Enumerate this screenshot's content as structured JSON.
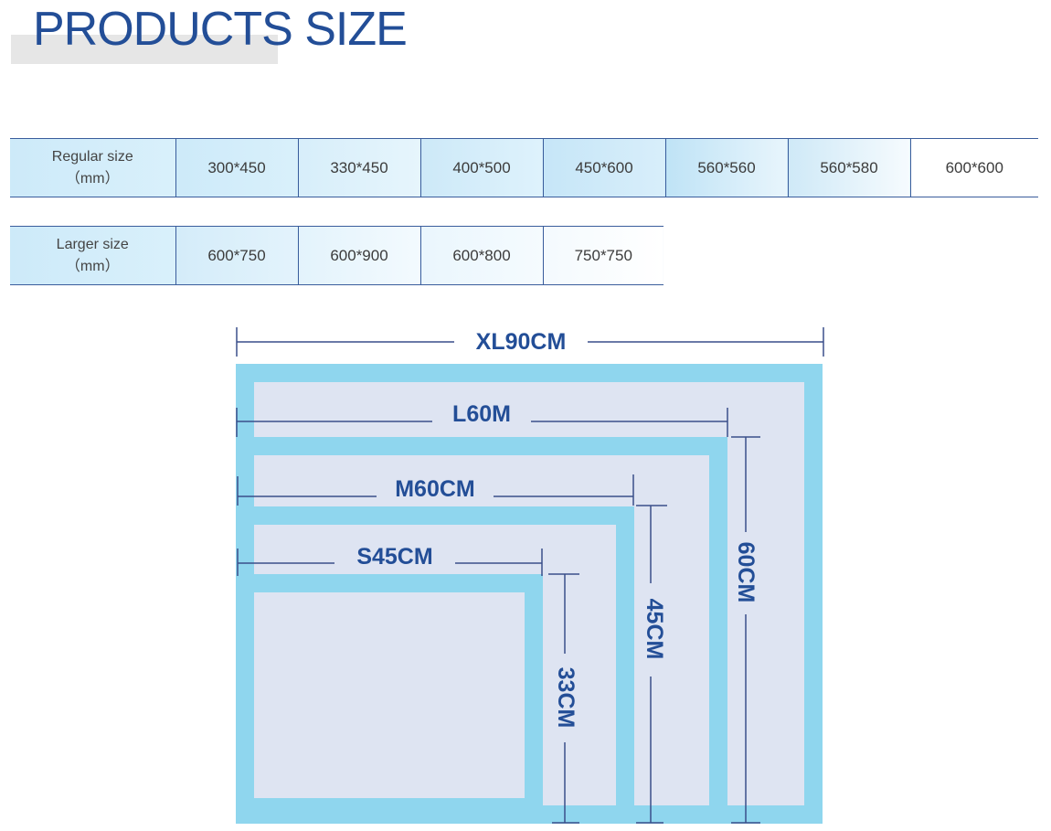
{
  "title": "PRODUCTS SIZE",
  "regular": {
    "header_line1": "Regular size",
    "header_line2": "（mm）",
    "sizes": [
      "300*450",
      "330*450",
      "400*500",
      "450*600",
      "560*560",
      "560*580",
      "600*600"
    ]
  },
  "larger": {
    "header_line1": "Larger size",
    "header_line2": "（mm）",
    "sizes": [
      "600*750",
      "600*900",
      "600*800",
      "750*750"
    ]
  },
  "diagram": {
    "widths": {
      "xl": "XL90CM",
      "l": "L60M",
      "m": "M60CM",
      "s": "S45CM"
    },
    "heights": {
      "l": "60CM",
      "m": "45CM",
      "s": "33CM"
    },
    "colors": {
      "frame": "#8fd6ee",
      "panel": "#dee4f2",
      "label": "#234e97",
      "line": "#3a4f8a"
    }
  }
}
